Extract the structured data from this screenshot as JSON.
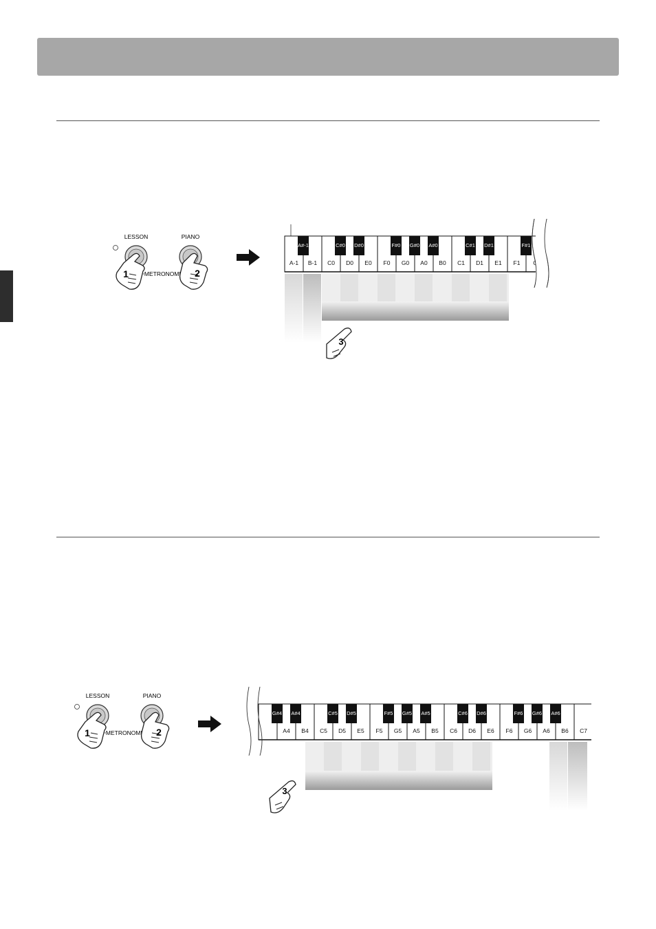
{
  "buttons": {
    "lesson": "LESSON",
    "piano": "PIANO",
    "metronome": "METRONOME"
  },
  "steps": {
    "one": "1",
    "two": "2",
    "three": "3"
  },
  "keyboard_low": {
    "white_keys": [
      "A-1",
      "B-1",
      "C0",
      "D0",
      "E0",
      "F0",
      "G0",
      "A0",
      "B0",
      "C1",
      "D1",
      "E1",
      "F1",
      "G"
    ],
    "black_keys": [
      {
        "label": "A#-1",
        "after": 0
      },
      {
        "label": "C#0",
        "after": 2
      },
      {
        "label": "D#0",
        "after": 3
      },
      {
        "label": "F#0",
        "after": 5
      },
      {
        "label": "G#0",
        "after": 6
      },
      {
        "label": "A#0",
        "after": 7
      },
      {
        "label": "C#1",
        "after": 9
      },
      {
        "label": "D#1",
        "after": 10
      },
      {
        "label": "F#1",
        "after": 12
      }
    ]
  },
  "keyboard_high": {
    "white_keys": [
      "",
      "A4",
      "B4",
      "C5",
      "D5",
      "E5",
      "F5",
      "G5",
      "A5",
      "B5",
      "C6",
      "D6",
      "E6",
      "F6",
      "G6",
      "A6",
      "B6",
      "C7"
    ],
    "black_keys": [
      {
        "label": "G#4",
        "after": 0
      },
      {
        "label": "A#4",
        "after": 1
      },
      {
        "label": "C#5",
        "after": 3
      },
      {
        "label": "D#5",
        "after": 4
      },
      {
        "label": "F#5",
        "after": 6
      },
      {
        "label": "G#5",
        "after": 7
      },
      {
        "label": "A#5",
        "after": 8
      },
      {
        "label": "C#6",
        "after": 10
      },
      {
        "label": "D#6",
        "after": 11
      },
      {
        "label": "F#6",
        "after": 13
      },
      {
        "label": "G#6",
        "after": 14
      },
      {
        "label": "A#6",
        "after": 15
      }
    ]
  }
}
